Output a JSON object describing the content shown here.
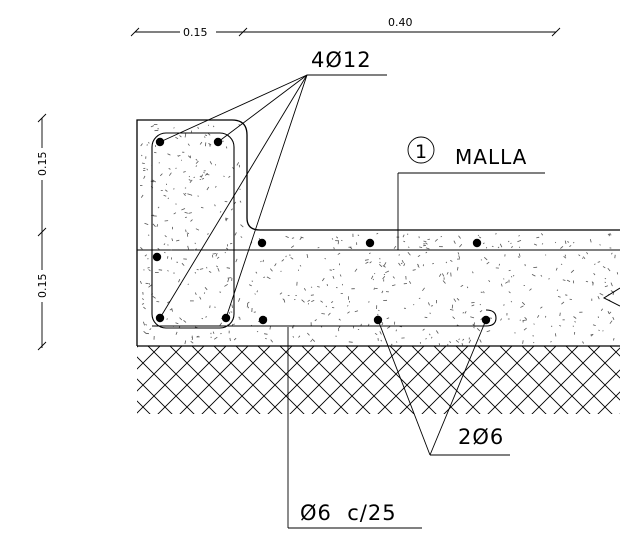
{
  "dimensions": {
    "top_left": "0.15",
    "top_right": "0.40",
    "left_upper": "0.15",
    "left_lower": "0.15"
  },
  "labels": {
    "main_bars": "4Ø12",
    "mesh_number": "1",
    "mesh": "MALLA",
    "secondary_bars": "2Ø6",
    "stirrups": "Ø6  c/25"
  },
  "colors": {
    "line": "#000000",
    "concrete_dots": "#555555"
  }
}
